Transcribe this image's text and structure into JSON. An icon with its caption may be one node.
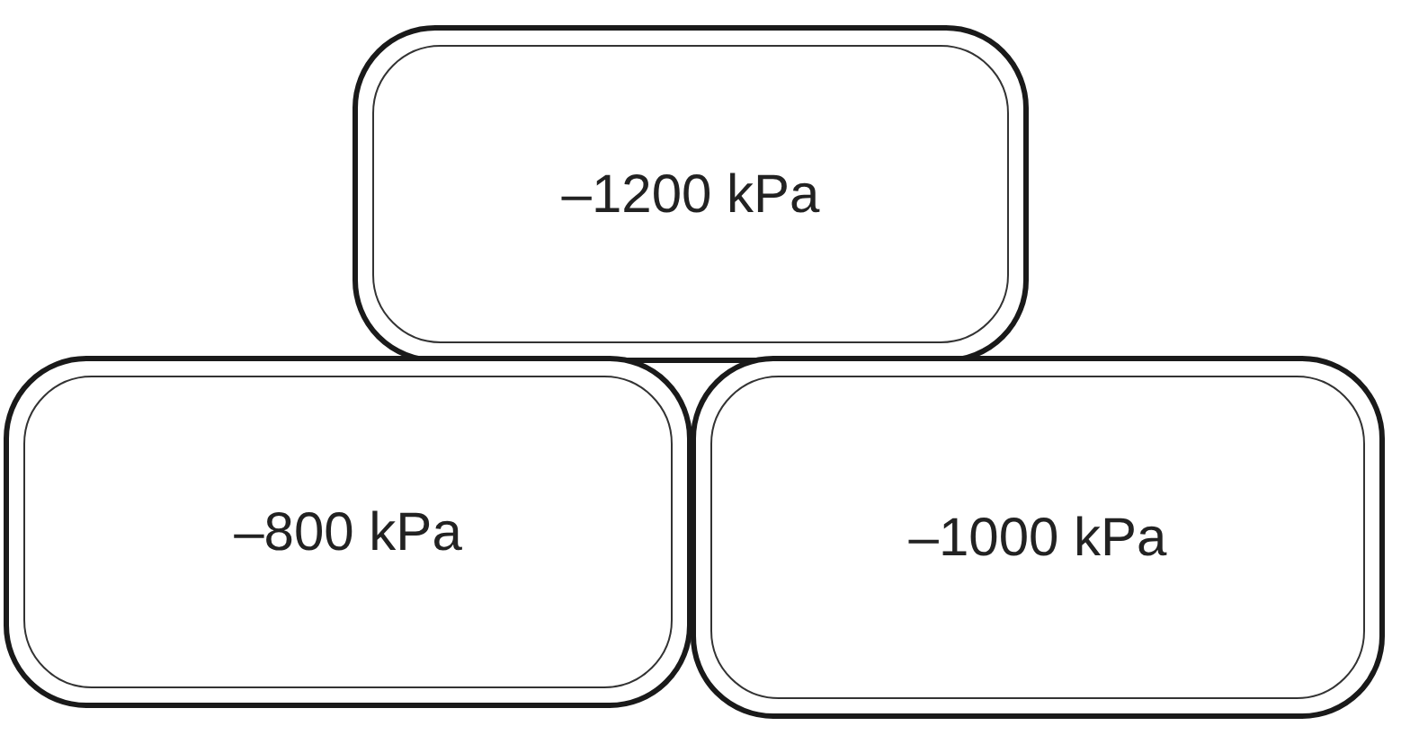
{
  "diagram": {
    "nodes": [
      {
        "text": [
          "–1200 kPa"
        ]
      },
      {
        "text": [
          "–800 kPa"
        ]
      },
      {
        "text": [
          "–1000 kPa"
        ]
      }
    ]
  }
}
